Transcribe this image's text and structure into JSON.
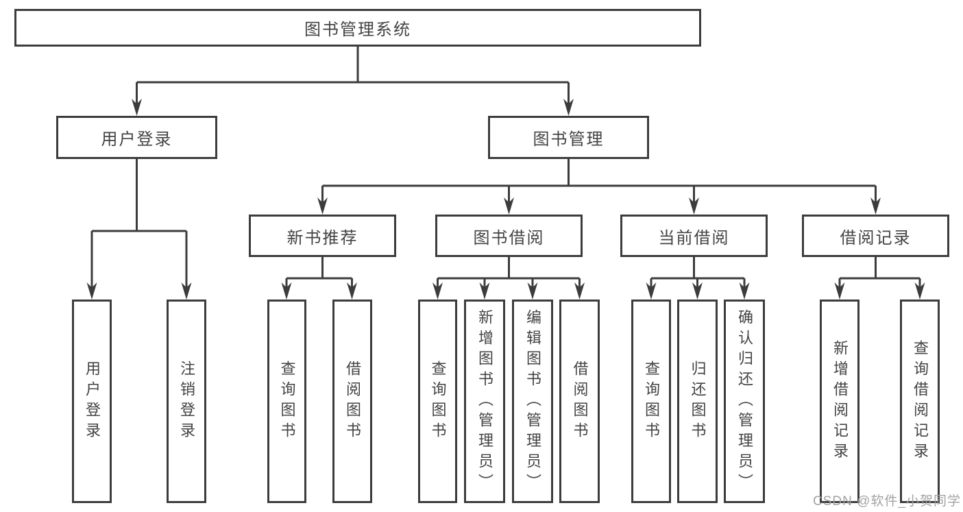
{
  "diagram": {
    "root": {
      "label": "图书管理系统"
    },
    "branches": [
      {
        "label": "用户登录",
        "children": [
          {
            "label": "用户登录"
          },
          {
            "label": "注销登录"
          }
        ]
      },
      {
        "label": "图书管理",
        "children": [
          {
            "label": "新书推荐",
            "children": [
              {
                "label": "查询图书"
              },
              {
                "label": "借阅图书"
              }
            ]
          },
          {
            "label": "图书借阅",
            "children": [
              {
                "label": "查询图书"
              },
              {
                "label": "新增图书（管理员）"
              },
              {
                "label": "编辑图书（管理员）"
              },
              {
                "label": "借阅图书"
              }
            ]
          },
          {
            "label": "当前借阅",
            "children": [
              {
                "label": "查询图书"
              },
              {
                "label": "归还图书"
              },
              {
                "label": "确认归还（管理员）"
              }
            ]
          },
          {
            "label": "借阅记录",
            "children": [
              {
                "label": "新增借阅记录"
              },
              {
                "label": "查询借阅记录"
              }
            ]
          }
        ]
      }
    ],
    "watermark": "CSDN @软件_小贺同学",
    "colors": {
      "line": "#3c3c3c",
      "text": "#434343",
      "watermark": "#a3a3a3",
      "background": "#ffffff"
    }
  }
}
